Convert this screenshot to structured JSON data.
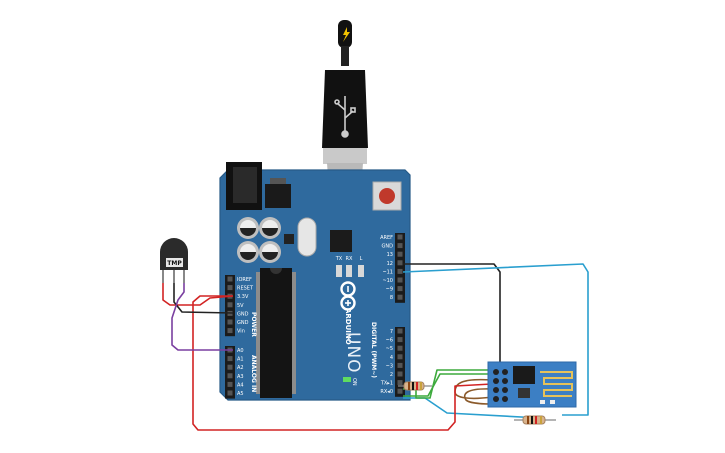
{
  "board": {
    "brand": "ARDUINO",
    "model": "UNO",
    "on_label": "ON",
    "power_header_title": "POWER",
    "analog_header_title": "ANALOG IN",
    "digital_header_title": "DIGITAL (PWM~)",
    "led_labels": {
      "tx": "TX",
      "rx": "RX",
      "l": "L"
    },
    "power_pins": [
      "IOREF",
      "RESET",
      "3.3V",
      "5V",
      "GND",
      "GND",
      "Vin"
    ],
    "analog_pins": [
      "A0",
      "A1",
      "A2",
      "A3",
      "A4",
      "A5"
    ],
    "top_right_pins": [
      "AREF",
      "GND",
      "13",
      "12",
      "~11",
      "~10",
      "~9",
      "8"
    ],
    "digital_pins": [
      "7",
      "~6",
      "~5",
      "4",
      "~3",
      "2",
      "TX▸1",
      "RX◂0"
    ],
    "color": "#2f6a9e"
  },
  "sensor": {
    "label": "TMP"
  },
  "wires": {
    "colors": {
      "red": "#d22323",
      "black": "#222222",
      "purple": "#7a3fa0",
      "teal": "#2a9fcf",
      "green": "#3daa3d",
      "brown": "#8b5a2b"
    }
  },
  "icons": [
    "usb-cable-icon",
    "lightning-icon",
    "arduino-infinity-logo-icon"
  ]
}
